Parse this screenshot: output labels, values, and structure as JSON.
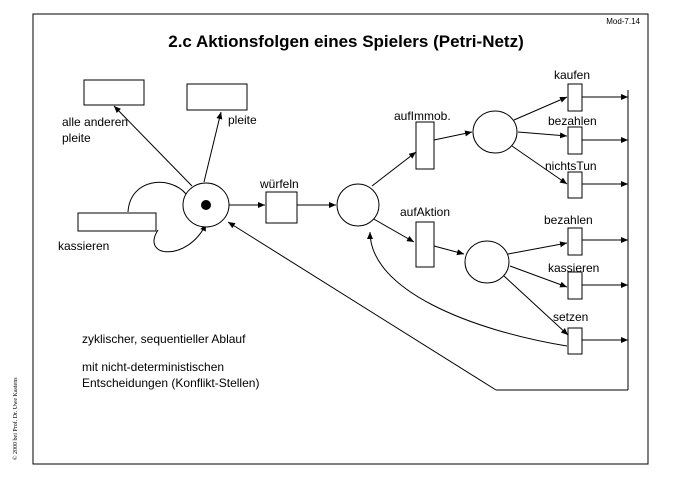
{
  "slide": {
    "id": "Mod-7.14",
    "title": "2.c Aktionsfolgen eines Spielers (Petri-Netz)",
    "copyright": "© 2000 bei Prof. Dr. Uwe Kastens"
  },
  "net": {
    "labels": {
      "alle_anderen_1": "alle anderen",
      "alle_anderen_2": "pleite",
      "pleite": "pleite",
      "kassieren_left": "kassieren",
      "wuerfeln": "würfeln",
      "aufImmob": "aufImmob.",
      "aufAktion": "aufAktion",
      "kaufen": "kaufen",
      "bezahlen_top": "bezahlen",
      "nichtsTun": "nichtsTun",
      "bezahlen_bottom": "bezahlen",
      "kassieren_right": "kassieren",
      "setzen": "setzen"
    }
  },
  "notes": {
    "line1": "zyklischer, sequentieller Ablauf",
    "line2": "mit nicht-deterministischen",
    "line3": "Entscheidungen (Konflikt-Stellen)"
  }
}
